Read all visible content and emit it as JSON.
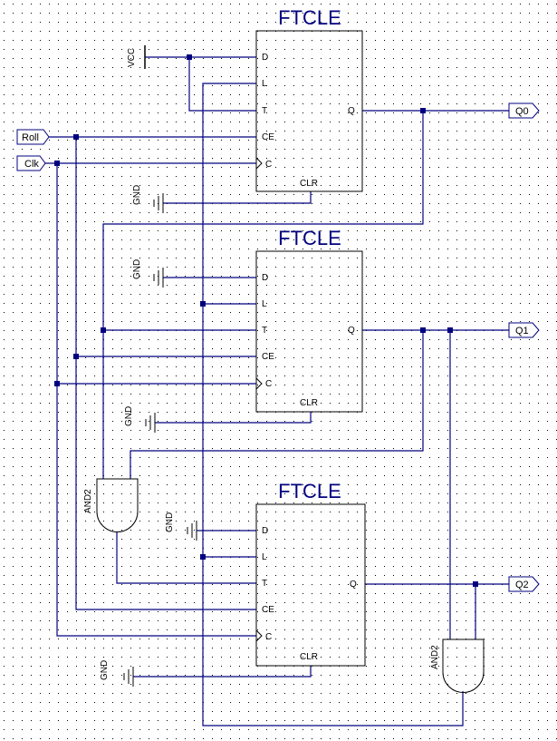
{
  "colors": {
    "wire": "#00007f",
    "junction": "#00007f",
    "block": "#000000",
    "title": "#00007f",
    "grid": "#000000",
    "background": "#ffffff"
  },
  "flipflops": [
    {
      "title": "FTCLE",
      "pins": {
        "d": "D",
        "l": "L",
        "t": "T",
        "ce": "CE",
        "c": "C",
        "q": "Q",
        "clr": "CLR"
      }
    },
    {
      "title": "FTCLE",
      "pins": {
        "d": "D",
        "l": "L",
        "t": "T",
        "ce": "CE",
        "c": "C",
        "q": "Q",
        "clr": "CLR"
      }
    },
    {
      "title": "FTCLE",
      "pins": {
        "d": "D",
        "l": "L",
        "t": "T",
        "ce": "CE",
        "c": "C",
        "q": "Q",
        "clr": "CLR"
      }
    }
  ],
  "inputs": {
    "roll": "Roll",
    "clk": "Clk"
  },
  "outputs": {
    "q0": "Q0",
    "q1": "Q1",
    "q2": "Q2"
  },
  "labels": {
    "vcc": "VCC",
    "gnd": "GND",
    "and_gate": "AND2"
  }
}
